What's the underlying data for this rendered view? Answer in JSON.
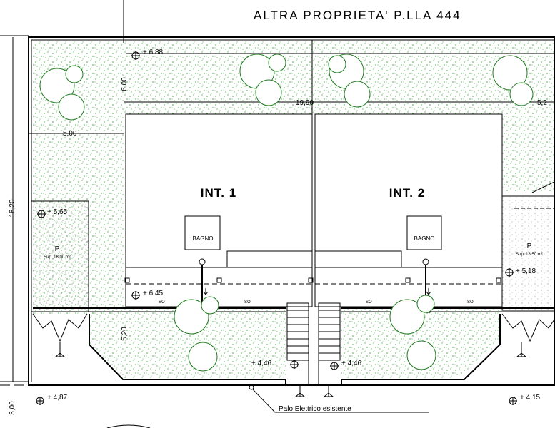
{
  "drawing": {
    "title": "ALTRA PROPRIETA' P.LLA 444",
    "units": [
      {
        "label": "INT. 1",
        "bathroom": "BAGNO"
      },
      {
        "label": "INT. 2",
        "bathroom": "BAGNO"
      }
    ],
    "parking_left": {
      "label": "P",
      "area": "Sup. 18,00 m²"
    },
    "parking_right": {
      "label": "P",
      "area": "Sup. 18,50 m²"
    },
    "pole_label": "Palo Elettrico esistente",
    "dimensions": {
      "total_depth": "18,20",
      "front_setback": "6,00",
      "side_setback": "5,00",
      "width": "19,90",
      "rear_setback": "5,20",
      "road_depth": "3,00",
      "right_partial": "5,2"
    },
    "elevations": {
      "top_left": "+ 6,88",
      "parking_left": "+ 5,65",
      "yard_left": "+ 6,45",
      "road_left": "+ 4,87",
      "gate_left": "+ 4,46",
      "gate_right": "+ 4,46",
      "parking_right": "+ 5,18",
      "road_right": "+ 4,15"
    },
    "wall_marks": [
      "SO",
      "SO",
      "SO",
      "SO"
    ],
    "edge_tag": "…"
  }
}
